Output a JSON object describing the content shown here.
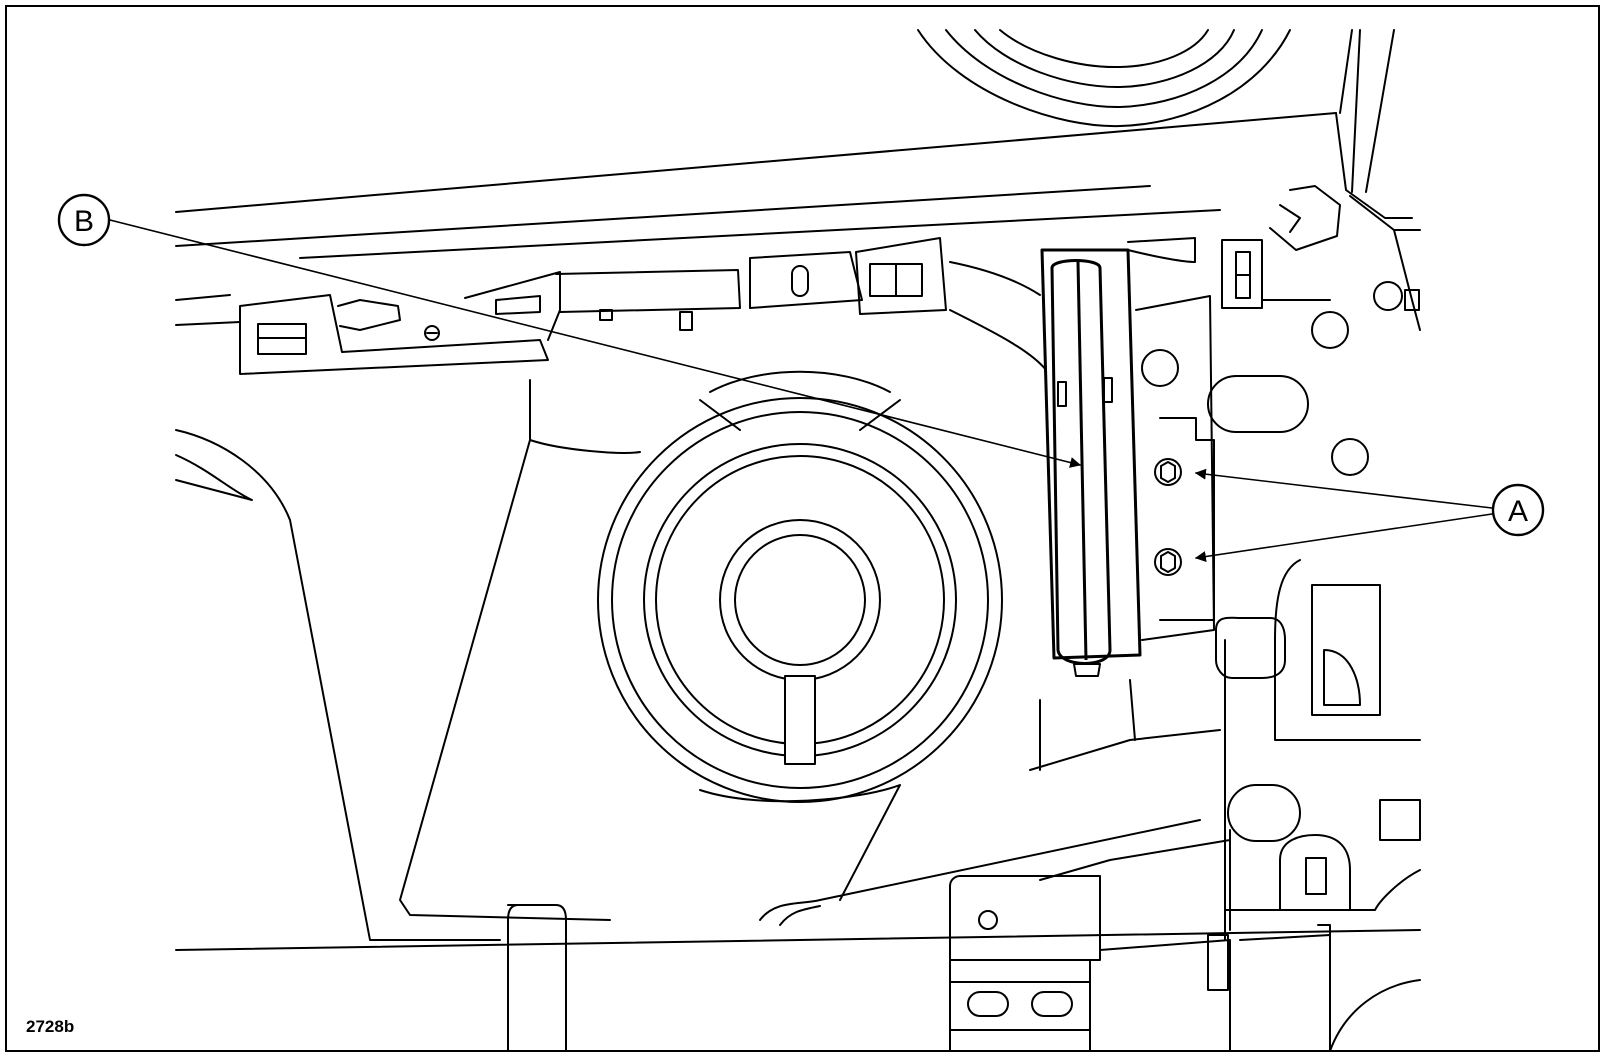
{
  "callouts": {
    "a": {
      "label": "A"
    },
    "b": {
      "label": "B"
    }
  },
  "figure_ref": "2728b",
  "colors": {
    "ink": "#000000",
    "paper": "#ffffff"
  }
}
